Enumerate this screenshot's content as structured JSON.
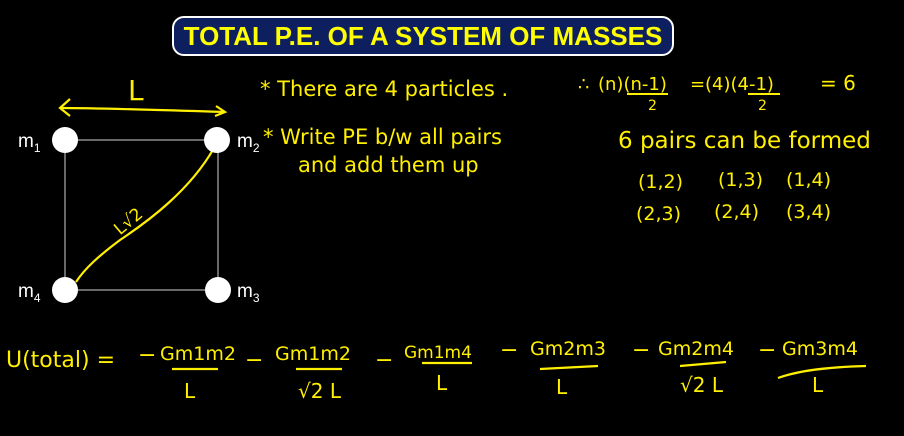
{
  "title": "TOTAL P.E. OF A SYSTEM OF MASSES",
  "colors": {
    "background": "#000000",
    "title_bg": "#0d1f5e",
    "title_text": "#ffff00",
    "handwriting": "#ffef00",
    "square_lines": "#8c8c8c",
    "masses": "#ffffff"
  },
  "diagram": {
    "side_label": "L",
    "diagonal_label": "L√2",
    "masses": [
      {
        "name": "m",
        "sub": "1"
      },
      {
        "name": "m",
        "sub": "2"
      },
      {
        "name": "m",
        "sub": "3"
      },
      {
        "name": "m",
        "sub": "4"
      }
    ]
  },
  "notes": {
    "line1": "* There are 4 particles .",
    "line2": "* Write PE b/w all pairs",
    "line3": "and add them up"
  },
  "combination": {
    "therefore": "∴",
    "lhs_num": "(n)(n-1)",
    "lhs_den": "2",
    "eq": "=",
    "rhs_num": "(4)(4-1)",
    "rhs_den": "2",
    "result": "= 6"
  },
  "pairs": {
    "heading": "6 pairs can be formed",
    "row1": [
      "(1,2)",
      "(1,3)",
      "(1,4)"
    ],
    "row2": [
      "(2,3)",
      "(2,4)",
      "(3,4)"
    ]
  },
  "equation": {
    "lhs": "U(total) =",
    "terms": [
      {
        "sign": "−",
        "num": "Gm1m2",
        "den": "L"
      },
      {
        "sign": "−",
        "num": "Gm1m2",
        "den": "√2 L"
      },
      {
        "sign": "−",
        "num": "Gm1m4",
        "den": "L"
      },
      {
        "sign": "−",
        "num": "Gm2m3",
        "den": "L"
      },
      {
        "sign": "−",
        "num": "Gm2m4",
        "den": "√2 L"
      },
      {
        "sign": "−",
        "num": "Gm3m4",
        "den": "L"
      }
    ]
  }
}
